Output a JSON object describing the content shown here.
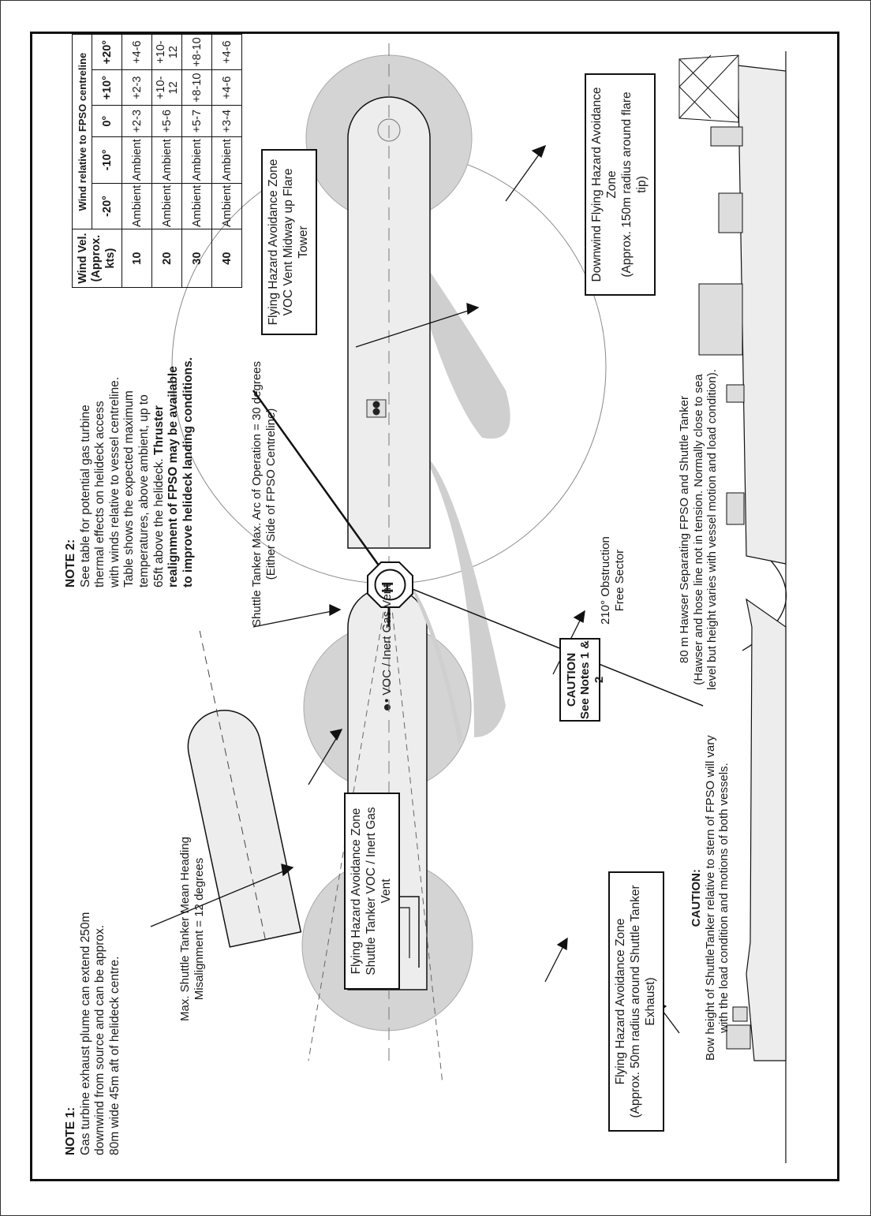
{
  "note1": {
    "heading": "NOTE 1:",
    "lines": [
      "Gas turbine exhaust plume can extend 250m",
      "downwind from source and can be approx.",
      "80m wide 45m aft of helideck centre."
    ]
  },
  "note2": {
    "heading": "NOTE 2:",
    "lines": [
      "See table for potential gas turbine",
      "thermal effects on helideck access",
      "with winds relative to vessel centreline.",
      "Table shows the expected maximum",
      "temperatures, above ambient, up to"
    ],
    "line6_plain": "65ft above the helideck. ",
    "line6_bold": "Thruster",
    "bold_lines": [
      "realignment of FPSO may be available",
      "to improve helideck landing conditions."
    ]
  },
  "table": {
    "group_header": "Wind relative to FPSO centreline",
    "velocity_header": [
      "Wind Vel.",
      "(Approx. kts)"
    ],
    "angle_headers": [
      "-20°",
      "-10°",
      "0°",
      "+10°",
      "+20°"
    ],
    "rows": [
      {
        "vel": "10",
        "cells": [
          "Ambient",
          "Ambient",
          "+2-3",
          "+2-3",
          "+4-6"
        ]
      },
      {
        "vel": "20",
        "cells": [
          "Ambient",
          "Ambient",
          "+5-6",
          "+10-12",
          "+10-12"
        ]
      },
      {
        "vel": "30",
        "cells": [
          "Ambient",
          "Ambient",
          "+5-7",
          "+8-10",
          "+8-10"
        ]
      },
      {
        "vel": "40",
        "cells": [
          "Ambient",
          "Ambient",
          "+3-4",
          "+4-6",
          "+4-6"
        ]
      }
    ]
  },
  "labels": {
    "misalignment": [
      "Max. Shuttle Tanker Mean Heading",
      "Misalignment = 12 degrees"
    ],
    "arc": [
      "Shuttle Tanker Max. Arc of Operation = 30 degrees",
      "(Either Side of FPSO Centreline)"
    ],
    "voc_vent": "• VOC / Inert Gas Vent",
    "caution_box": [
      "CAUTION",
      "See Notes 1 & 2"
    ],
    "sector": [
      "210° Obstruction",
      "Free Sector"
    ],
    "flare_zone": [
      "Flying Hazard Avoidance Zone",
      "VOC Vent Midway up Flare Tower"
    ],
    "downwind_zone": [
      "Downwind Flying Hazard Avoidance Zone",
      "(Approx. 150m radius around flare tip)"
    ],
    "tanker_voc_zone": [
      "Flying Hazard Avoidance Zone",
      "Shuttle Tanker VOC / Inert Gas Vent"
    ],
    "tanker_exhaust_zone": [
      "Flying Hazard Avoidance Zone",
      "(Approx. 50m radius around Shuttle Tanker Exhaust)"
    ],
    "helideck_letter": "H",
    "hawser": [
      "80 m Hawser Separating FPSO and Shuttle Tanker",
      "(Hawser and hose line not in tension. Normally close to sea",
      "level but height varies with vessel motion and load condition)."
    ],
    "caution_bottom": {
      "heading": "CAUTION:",
      "lines": [
        "Bow height of ShuttleTanker relative to stern of FPSO will vary",
        "with the load condition and motions of both vessels."
      ]
    }
  }
}
